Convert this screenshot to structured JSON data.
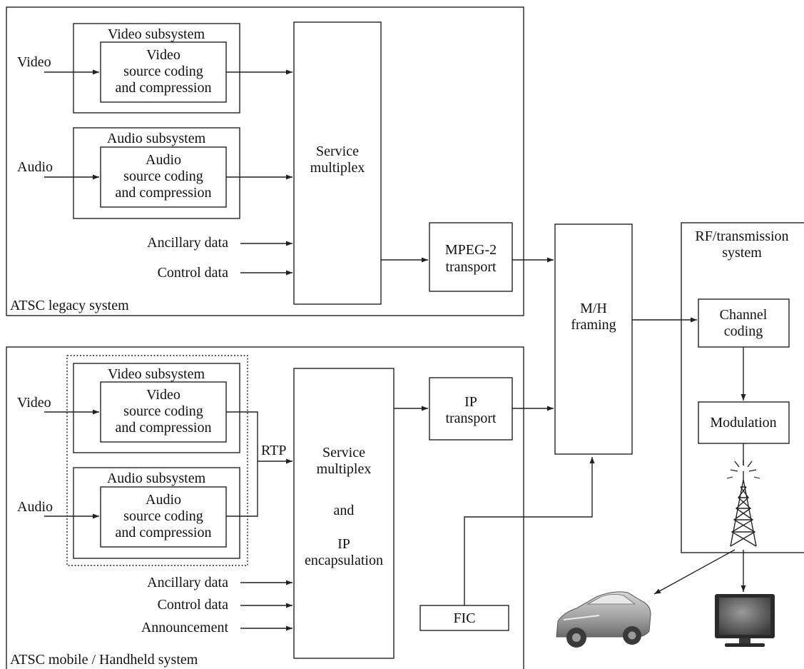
{
  "legacy": {
    "system_label": "ATSC legacy system",
    "video_subsystem": "Video subsystem",
    "video_coding": [
      "Video",
      "source coding",
      "and compression"
    ],
    "audio_subsystem": "Audio subsystem",
    "audio_coding": [
      "Audio",
      "source coding",
      "and compression"
    ],
    "input_video": "Video",
    "input_audio": "Audio",
    "ancillary": "Ancillary data",
    "control": "Control data",
    "service_multiplex": [
      "Service",
      "multiplex"
    ],
    "transport": [
      "MPEG-2",
      "transport"
    ]
  },
  "mobile": {
    "system_label": "ATSC mobile / Handheld system",
    "video_subsystem": "Video subsystem",
    "video_coding": [
      "Video",
      "source coding",
      "and compression"
    ],
    "audio_subsystem": "Audio subsystem",
    "audio_coding": [
      "Audio",
      "source coding",
      "and compression"
    ],
    "input_video": "Video",
    "input_audio": "Audio",
    "rtp": "RTP",
    "ancillary": "Ancillary data",
    "control": "Control data",
    "announcement": "Announcement",
    "service_multiplex": [
      "Service",
      "multiplex",
      "and",
      "IP",
      "encapsulation"
    ],
    "transport": [
      "IP",
      "transport"
    ],
    "fic": "FIC"
  },
  "framing": [
    "M/H",
    "framing"
  ],
  "rf": {
    "title": [
      "RF/transmission",
      "system"
    ],
    "channel_coding": [
      "Channel",
      "coding"
    ],
    "modulation": "Modulation"
  },
  "icons": [
    "antenna-tower-icon",
    "car-icon",
    "television-icon"
  ]
}
